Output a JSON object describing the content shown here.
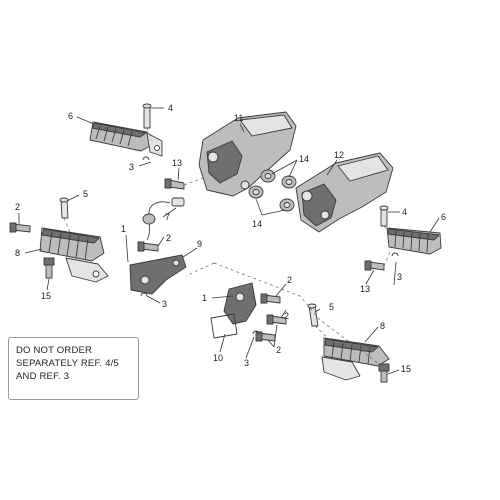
{
  "note": {
    "lines": [
      "DO NOT ORDER",
      "SEPARATELY REF. 4/5",
      "AND REF. 3"
    ]
  },
  "callouts": [
    "1",
    "2",
    "2",
    "2",
    "2",
    "3",
    "3",
    "3",
    "3",
    "4",
    "4",
    "5",
    "5",
    "6",
    "6",
    "7",
    "8",
    "8",
    "9",
    "10",
    "11",
    "12",
    "13",
    "13",
    "14",
    "14",
    "15",
    "15"
  ],
  "parts": [
    "footpeg-rubber-front-left",
    "footpeg-rubber-front-right",
    "footpeg-rear-left",
    "footpeg-rear-right",
    "passenger-bracket-left",
    "passenger-bracket-right",
    "bracket-left",
    "bracket-right",
    "sensor-switch"
  ]
}
